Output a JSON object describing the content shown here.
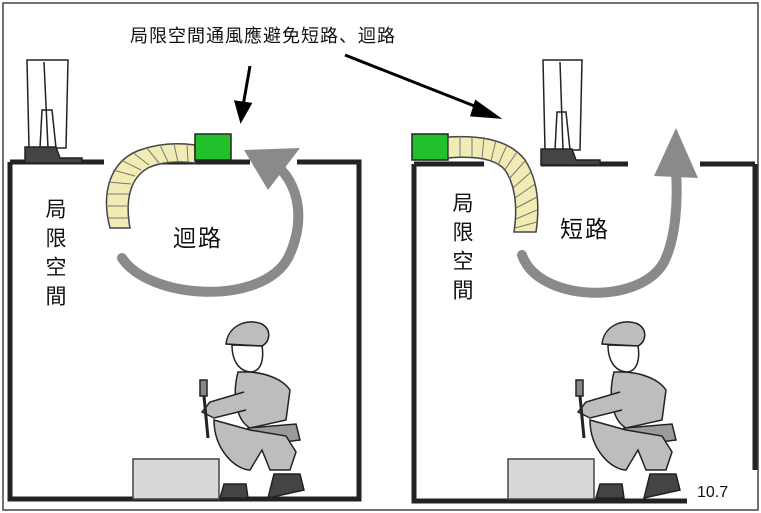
{
  "title": "局限空間通風應避免短路、迴路",
  "left_panel": {
    "space_label": "局限空間",
    "flow_label": "迴路"
  },
  "right_panel": {
    "space_label": "局限空間",
    "flow_label": "短路"
  },
  "figure_number": "10.7",
  "colors": {
    "border": "#333333",
    "fan": "#22c12c",
    "duct": "#f1ecb4",
    "arrow": "#8a8a8a",
    "box": "#d8d8d8"
  }
}
